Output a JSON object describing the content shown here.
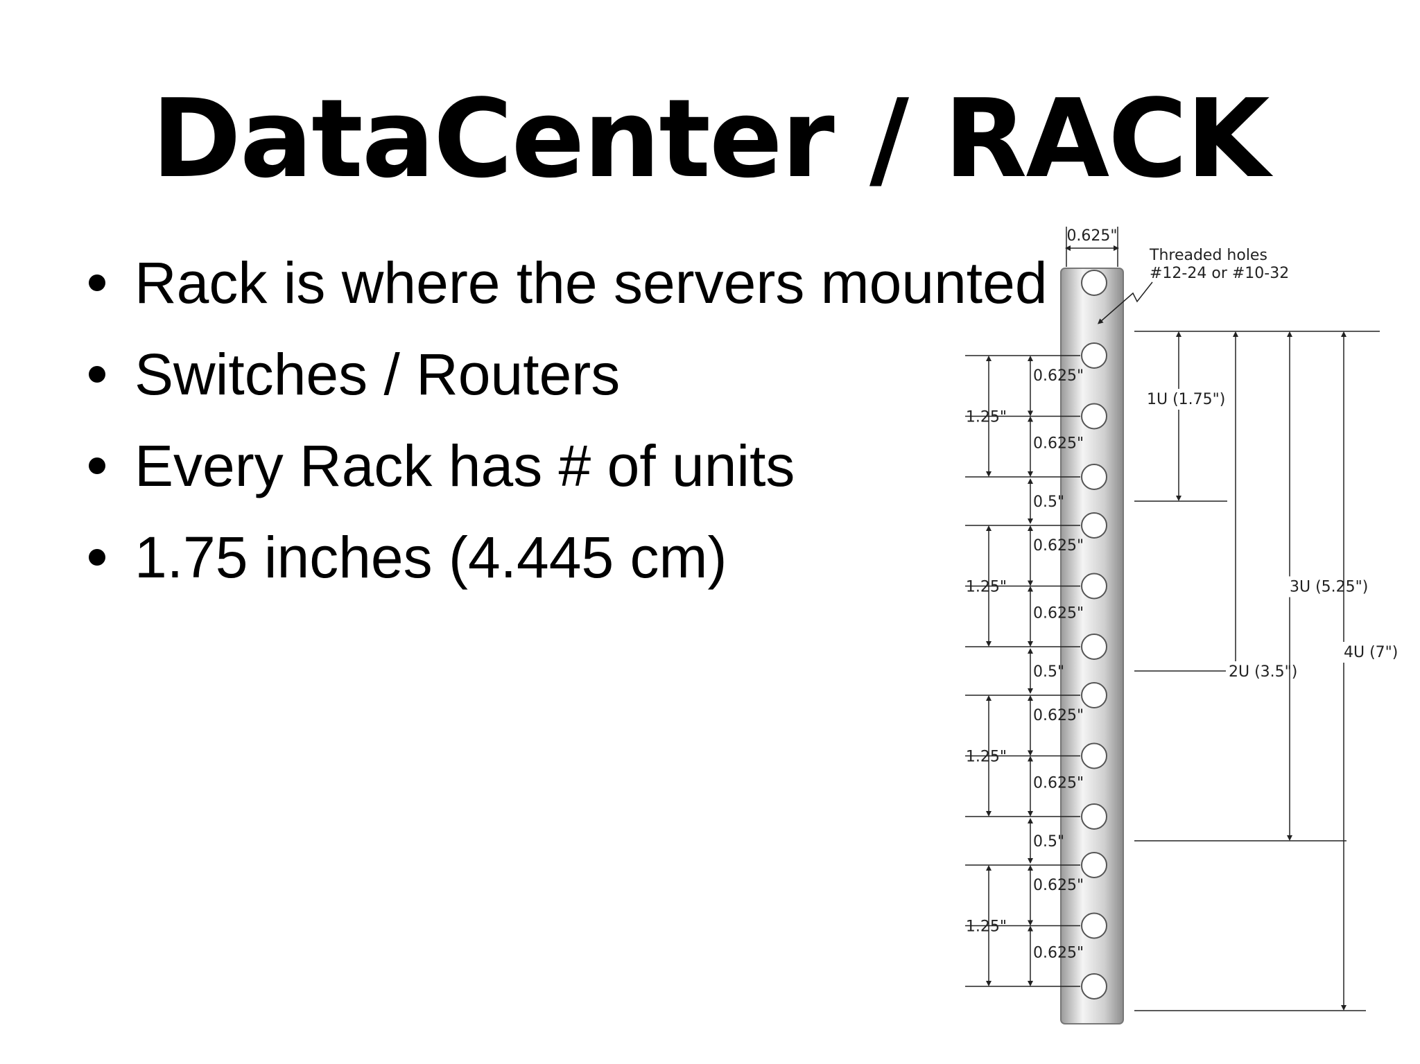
{
  "slide": {
    "title": "DataCenter / RACK",
    "bullets": [
      "Rack is where the servers mounted",
      "Switches / Routers",
      "Every Rack has # of units",
      "1.75 inches (4.445 cm)"
    ]
  },
  "diagram": {
    "rail_width_label": "0.625\"",
    "threaded_holes_label": "Threaded holes",
    "threaded_holes_spec": "#12-24 or #10-32",
    "hole_spacing": [
      "0.625\"",
      "0.625\"",
      "0.5\""
    ],
    "unit_height_label": "1.25\"",
    "unit_labels": [
      "1U (1.75\")",
      "2U (3.5\")",
      "3U (5.25\")",
      "4U (7\")"
    ]
  }
}
